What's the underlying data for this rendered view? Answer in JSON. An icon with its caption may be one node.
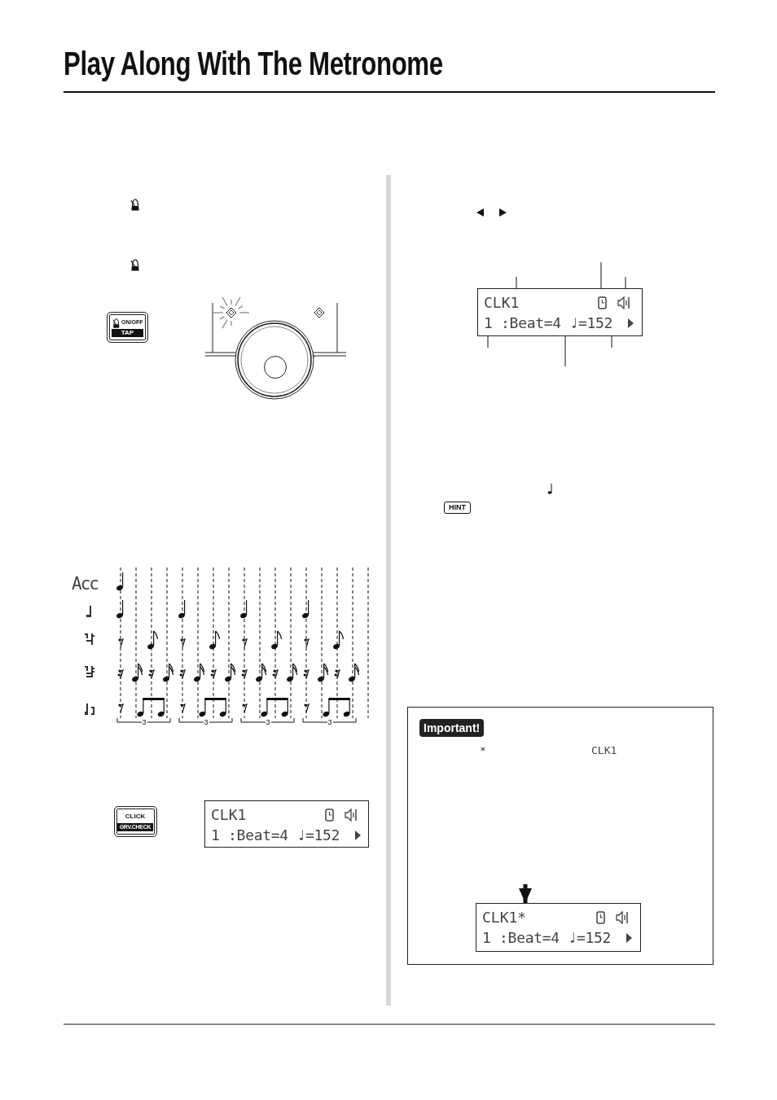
{
  "diagram": {
    "title": "Play Along With The Metronome",
    "nodes": [
      {
        "text": [
          "CLK1",
          "1 :Beat=4 ♩=152"
        ]
      },
      {
        "text": [
          "CLK1",
          "1 :Beat=4 ♩=152"
        ]
      },
      {
        "text": [
          "Important!",
          "*",
          "CLK1"
        ]
      },
      {
        "text": [
          "CLK1*",
          "1 :Beat=4 ♩=152"
        ],
        "in": 2
      }
    ],
    "edges": [
      {
        "from": null,
        "to": 3,
        "arrow": "to",
        "style": "thick"
      },
      {
        "from": null,
        "to": 1,
        "arrow": "none"
      },
      {
        "from": null,
        "to": 1,
        "arrow": "none"
      },
      {
        "from": null,
        "to": 1,
        "arrow": "none"
      },
      {
        "from": null,
        "to": 1,
        "arrow": "none"
      },
      {
        "from": null,
        "to": 1,
        "arrow": "none"
      },
      {
        "from": null,
        "to": 1,
        "arrow": "none"
      }
    ],
    "labels": [
      "ON/OFF",
      "TAP",
      "Acc",
      "3",
      "3",
      "3",
      "3",
      "CLICK",
      "GRV.CHECK",
      "HINT"
    ]
  }
}
